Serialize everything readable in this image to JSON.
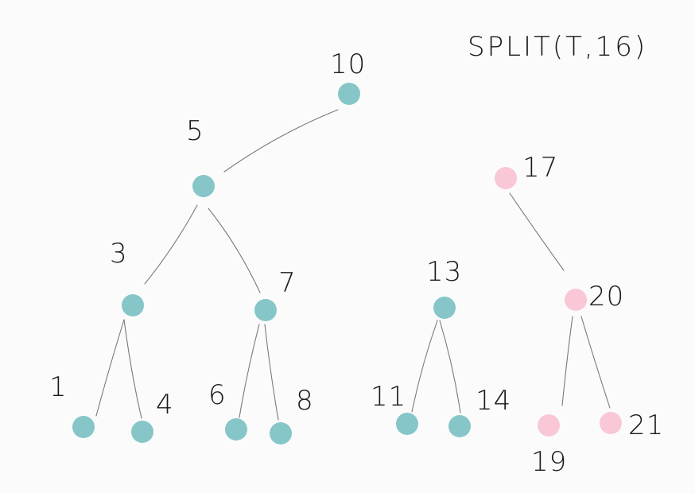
{
  "title": "SPLIT(T,16)",
  "colors": {
    "teal": "#86c6c8",
    "pink": "#f9c7d5",
    "edge": "#7a7a7a",
    "ink": "#1a1a1a"
  },
  "trees": [
    {
      "name": "left-tree",
      "color": "#86c6c8",
      "nodes": [
        {
          "key": "10",
          "label": "10"
        },
        {
          "key": "5",
          "label": "5"
        },
        {
          "key": "3",
          "label": "3"
        },
        {
          "key": "7",
          "label": "7"
        },
        {
          "key": "1",
          "label": "1"
        },
        {
          "key": "4",
          "label": "4"
        },
        {
          "key": "6",
          "label": "6"
        },
        {
          "key": "8",
          "label": "8"
        },
        {
          "key": "13",
          "label": "13"
        },
        {
          "key": "11",
          "label": "11"
        },
        {
          "key": "14",
          "label": "14"
        }
      ],
      "edges": [
        [
          "10",
          "5"
        ],
        [
          "5",
          "3"
        ],
        [
          "5",
          "7"
        ],
        [
          "3",
          "1"
        ],
        [
          "3",
          "4"
        ],
        [
          "7",
          "6"
        ],
        [
          "7",
          "8"
        ],
        [
          "13",
          "11"
        ],
        [
          "13",
          "14"
        ]
      ]
    },
    {
      "name": "right-tree",
      "color": "#f9c7d5",
      "nodes": [
        {
          "key": "17",
          "label": "17"
        },
        {
          "key": "20",
          "label": "20"
        },
        {
          "key": "19",
          "label": "19"
        },
        {
          "key": "21",
          "label": "21"
        }
      ],
      "edges": [
        [
          "17",
          "20"
        ],
        [
          "20",
          "19"
        ],
        [
          "20",
          "21"
        ]
      ]
    }
  ]
}
